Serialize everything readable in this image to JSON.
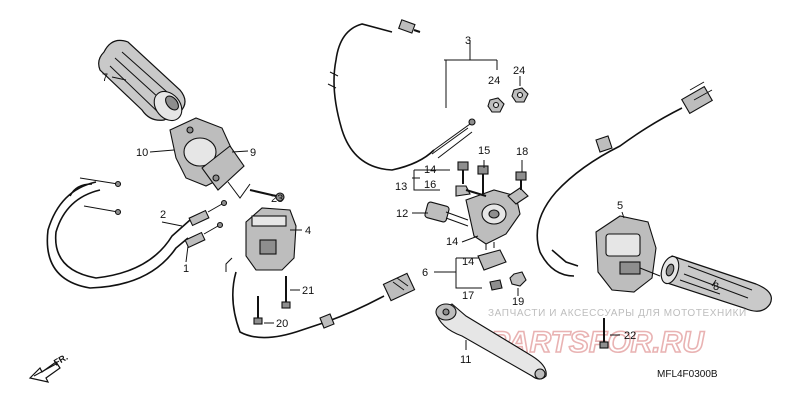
{
  "diagram": {
    "code": "MFL4F0300B",
    "direction_marker": "FR.",
    "watermark": {
      "text": "ЗАПЧАСТИ И АКСЕССУАРЫ ДЛЯ МОТОТЕХНИКИ",
      "logo": "PARTSFOR.RU"
    },
    "labels": {
      "p1": "1",
      "p2": "2",
      "p3": "3",
      "p4": "4",
      "p5": "5",
      "p6": "6",
      "p7": "7",
      "p8": "8",
      "p9": "9",
      "p10": "10",
      "p11": "11",
      "p12": "12",
      "p13": "13",
      "p14a": "14",
      "p14b": "14",
      "p14c": "14",
      "p15": "15",
      "p16": "16",
      "p17": "17",
      "p18": "18",
      "p19": "19",
      "p20": "20",
      "p21": "21",
      "p22": "22",
      "p23": "23",
      "p24a": "24",
      "p24b": "24"
    }
  },
  "colors": {
    "ink": "#111111",
    "grip": "#c9c9c9",
    "watermark_logo": "#e9b3b3"
  }
}
